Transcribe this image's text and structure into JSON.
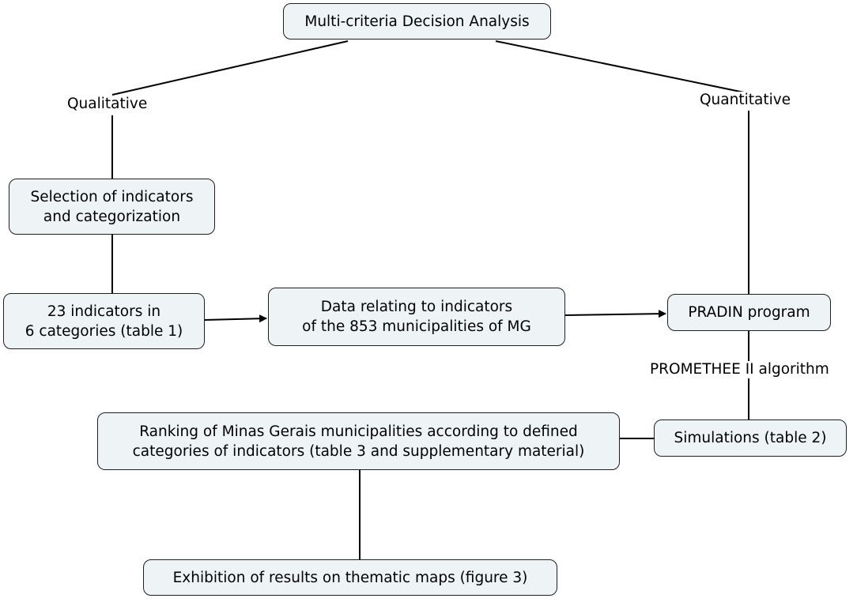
{
  "diagram": {
    "title": "Multi-criteria Decision Analysis",
    "branches": {
      "left": "Qualitative",
      "right": "Quantitative"
    },
    "nodes": {
      "selection": "Selection of indicators\nand categorization",
      "indicators": "23 indicators in\n6 categories (table 1)",
      "data": "Data relating to indicators\nof the 853 municipalities of MG",
      "pradin": "PRADIN program",
      "simulations": "Simulations (table 2)",
      "ranking": "Ranking of Minas Gerais municipalities according to defined\ncategories of indicators (table 3 and supplementary material)",
      "exhibition": "Exhibition of results on thematic maps (figure 3)"
    },
    "edge_labels": {
      "algorithm": "PROMETHEE II algorithm"
    },
    "colors": {
      "box_fill": "#eef3f6",
      "stroke": "#1f1f1f"
    }
  }
}
